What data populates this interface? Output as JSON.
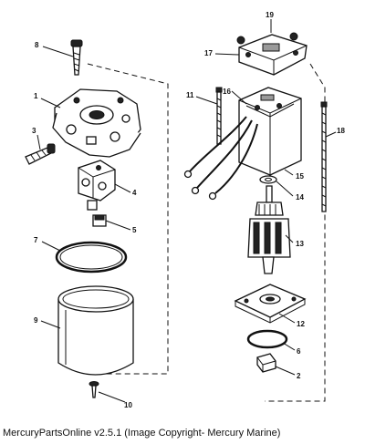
{
  "caption": "MercuryPartsOnline v2.5.1 (Image Copyright- Mercury Marine)",
  "callouts": {
    "c1": "1",
    "c2": "2",
    "c3": "3",
    "c4": "4",
    "c5": "5",
    "c6": "6",
    "c7": "7",
    "c8": "8",
    "c9": "9",
    "c10": "10",
    "c11": "11",
    "c12": "12",
    "c13": "13",
    "c14": "14",
    "c15": "15",
    "c16": "16",
    "c17": "17",
    "c18": "18",
    "c19": "19"
  }
}
